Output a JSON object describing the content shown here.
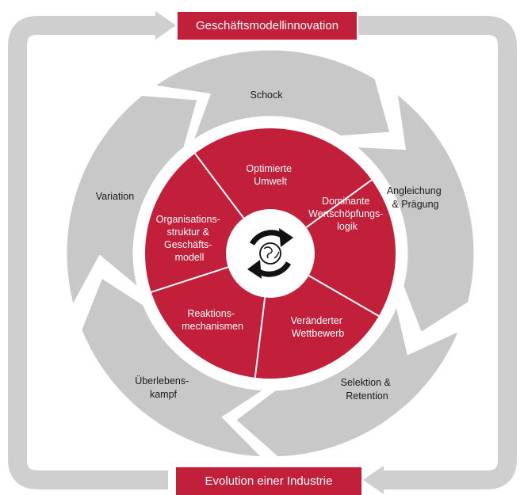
{
  "top_box": "Geschäftsmodellinnovation",
  "bottom_box": "Evolution einer Industrie",
  "outer_stages": {
    "schock": "Schock",
    "angleichung": [
      "Angleichung",
      "& Prägung"
    ],
    "selektion": [
      "Selektion &",
      "Retention"
    ],
    "ueberlebenskampf": [
      "Überlebens-",
      "kampf"
    ],
    "variation": "Variation"
  },
  "inner_segments": {
    "optimierte_umwelt": [
      "Optimierte",
      "Umwelt"
    ],
    "dominante_logik": [
      "Dominante",
      "Wertschöpfungs-",
      "logik"
    ],
    "veraenderter_wettbewerb": [
      "Veränderter",
      "Wettbewerb"
    ],
    "reaktionsmechanismen": [
      "Reaktions-",
      "mechanismen"
    ],
    "organisationsstruktur": [
      "Organisations-",
      "struktur &",
      "Geschäfts-",
      "modell"
    ]
  },
  "colors": {
    "accent": "#c21f3a",
    "ring_gray": "#c8c8c8",
    "frame_gray": "#cfcfcf",
    "text": "#1a1a1a"
  },
  "center_icon": "globe-cycle-icon"
}
